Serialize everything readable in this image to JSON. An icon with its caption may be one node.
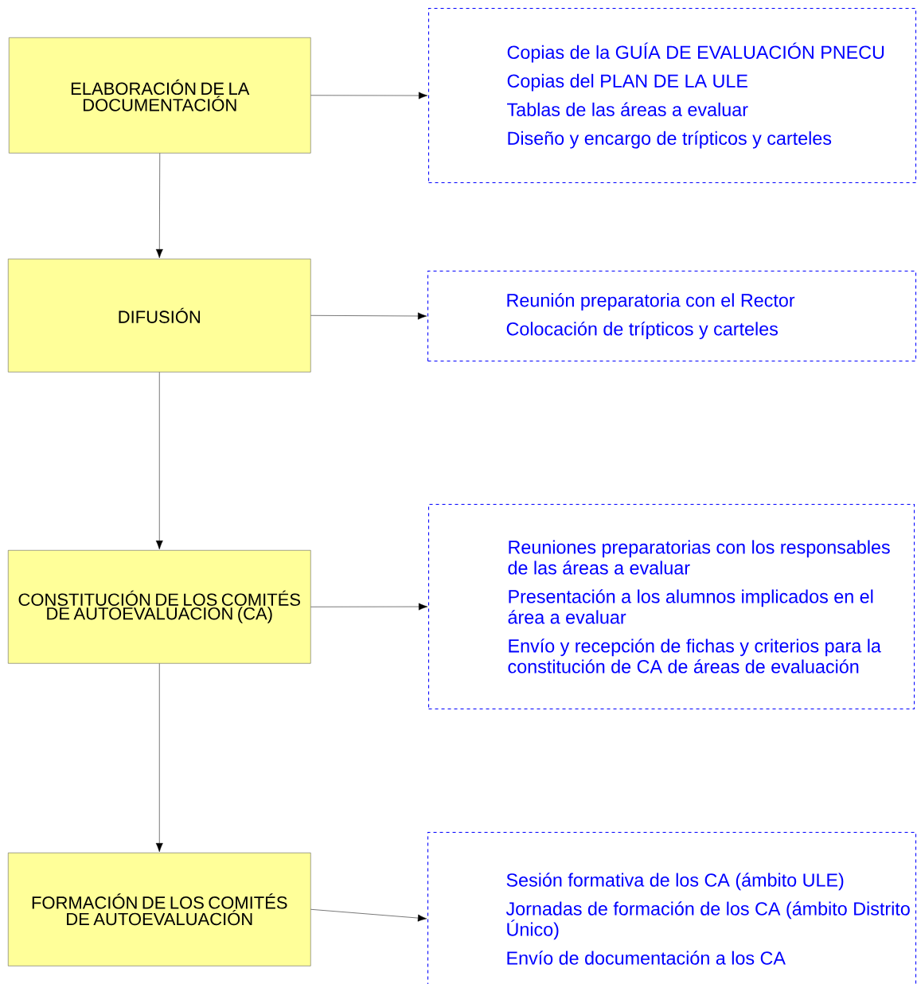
{
  "diagram": {
    "nodes": [
      {
        "text": [
          "ELABORACIÓN DE LA DOCUMENTACIÓN"
        ]
      },
      {
        "text": [
          "DIFUSIÓN"
        ]
      },
      {
        "text": [
          "CONSTITUCIÓN DE LOS COMITÉS DE AUTOEVALUACION (CA)"
        ]
      },
      {
        "text": [
          "FORMACIÓN DE LOS COMITÉS DE AUTOEVALUACIÓN"
        ]
      },
      {
        "text": [
          "Copias de la GUÍA DE EVALUACIÓN PNECU",
          "Copias del  PLAN DE LA ULE",
          "Tablas de las áreas a evaluar",
          "Diseño y encargo de trípticos y carteles"
        ]
      },
      {
        "text": [
          "Reunión preparatoria con el Rector",
          "Colocación de trípticos y carteles"
        ]
      },
      {
        "text": [
          "Reuniones preparatorias con los responsables de las áreas a evaluar",
          "Presentación a los alumnos implicados en el área a evaluar",
          "Envío y recepción de fichas y criterios para la constitución de CA de áreas de evaluación"
        ]
      },
      {
        "text": [
          "Sesión formativa de los CA (ámbito ULE)",
          "Jornadas de formación de los CA (ámbito Distrito Único)",
          "Envío de documentación a los CA"
        ]
      }
    ],
    "edges": [
      {
        "from": 0,
        "to": 1,
        "arrow": "to"
      },
      {
        "from": 1,
        "to": 2,
        "arrow": "to"
      },
      {
        "from": 2,
        "to": 3,
        "arrow": "to"
      },
      {
        "from": 0,
        "to": 4,
        "arrow": "to"
      },
      {
        "from": 1,
        "to": 5,
        "arrow": "to"
      },
      {
        "from": 2,
        "to": 6,
        "arrow": "to"
      },
      {
        "from": 3,
        "to": 7,
        "arrow": "to"
      }
    ]
  }
}
